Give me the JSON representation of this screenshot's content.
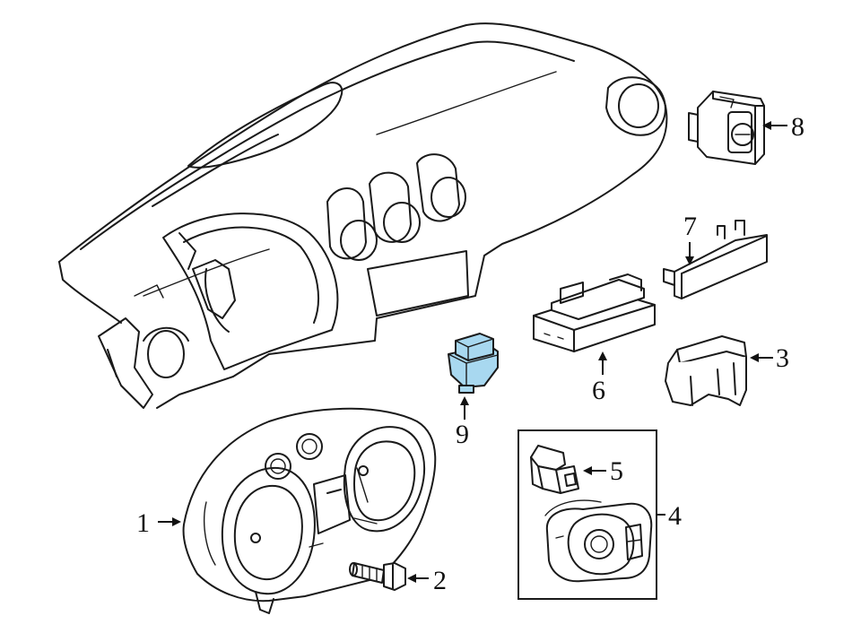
{
  "highlight_color": "#a8d8f0",
  "line_color": "#1a1a1a",
  "callouts": [
    {
      "id": "1",
      "label": "1",
      "part": "instrument-cluster"
    },
    {
      "id": "2",
      "label": "2",
      "part": "bolt"
    },
    {
      "id": "3",
      "label": "3",
      "part": "switch-3"
    },
    {
      "id": "4",
      "label": "4",
      "part": "switch-assembly-group"
    },
    {
      "id": "5",
      "label": "5",
      "part": "switch-5"
    },
    {
      "id": "6",
      "label": "6",
      "part": "switch-6"
    },
    {
      "id": "7",
      "label": "7",
      "part": "trim-7"
    },
    {
      "id": "8",
      "label": "8",
      "part": "headlight-switch-8"
    },
    {
      "id": "9",
      "label": "9",
      "part": "relay-9"
    }
  ]
}
